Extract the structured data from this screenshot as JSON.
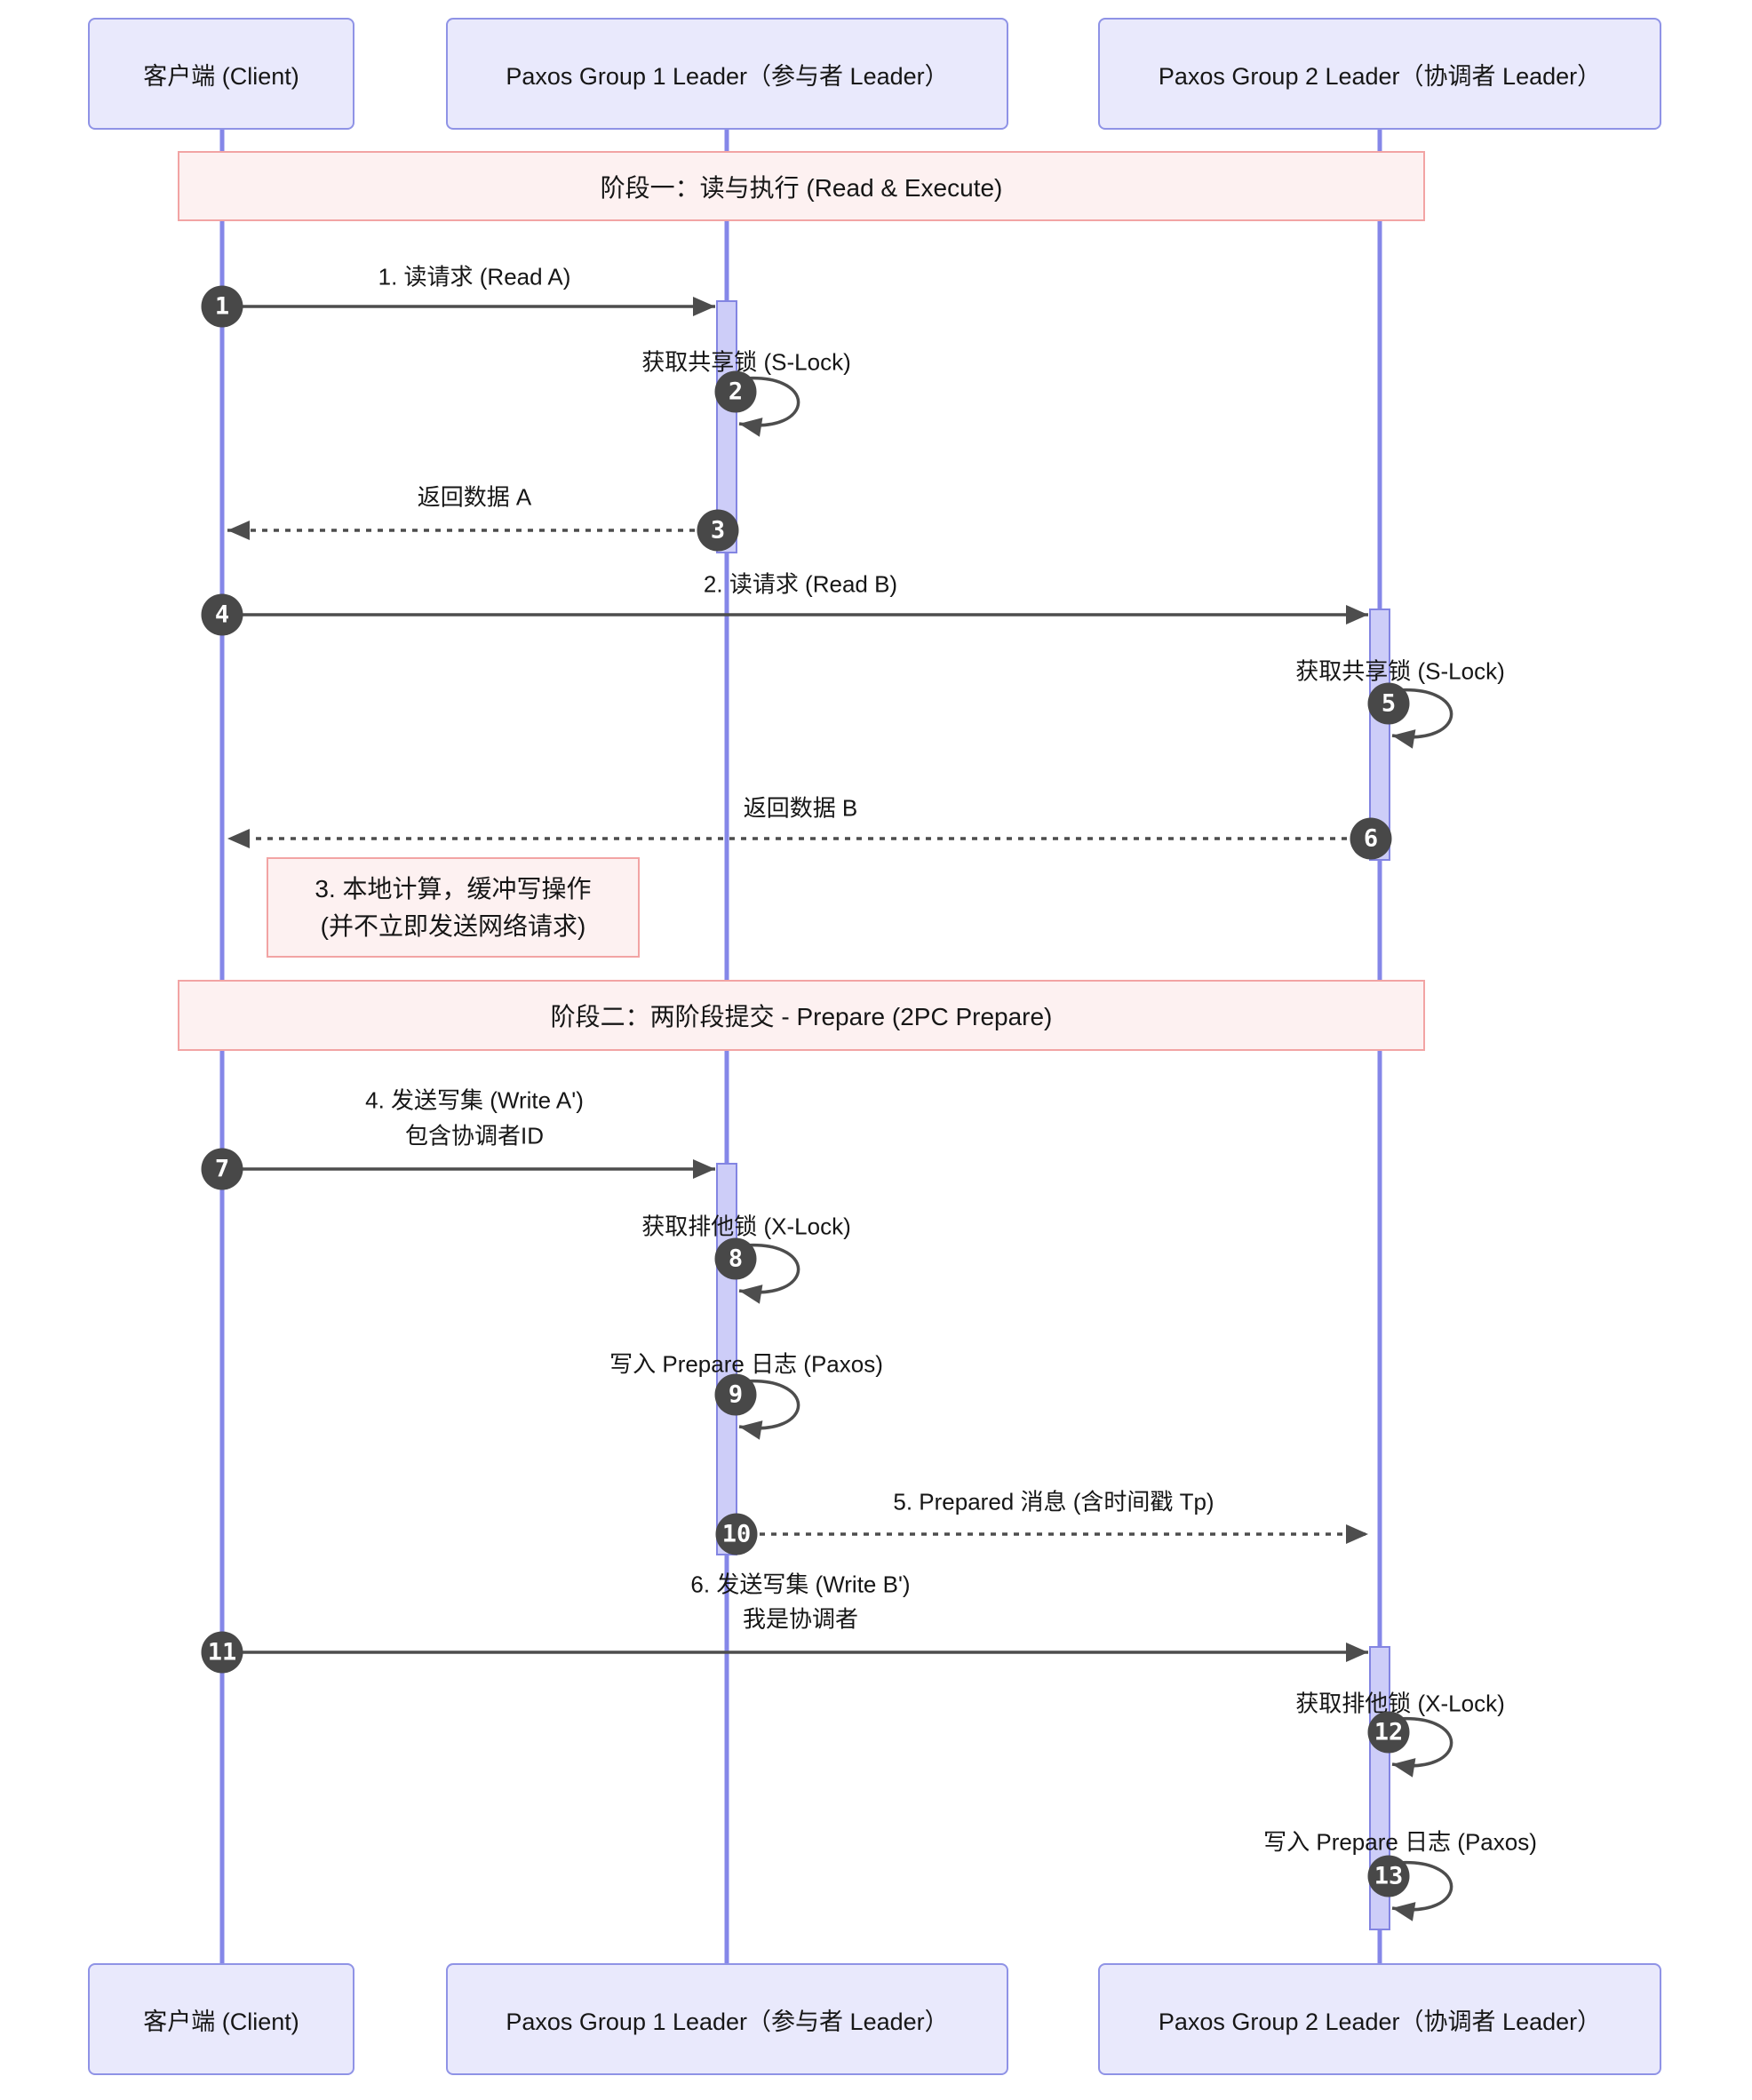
{
  "diagram": {
    "type": "sequence",
    "actors": [
      {
        "id": "client",
        "label": "客户端 (Client)"
      },
      {
        "id": "pg1",
        "label": "Paxos Group 1 Leader（参与者 Leader）"
      },
      {
        "id": "pg2",
        "label": "Paxos Group 2 Leader（协调者 Leader）"
      }
    ],
    "phases": [
      {
        "label": "阶段一：读与执行 (Read & Execute)"
      },
      {
        "label": "阶段二：两阶段提交 - Prepare (2PC Prepare)"
      }
    ],
    "note": {
      "over": "client",
      "line1": "3. 本地计算，缓冲写操作",
      "line2": "(并不立即发送网络请求)"
    },
    "messages": [
      {
        "seq": "1",
        "label": "1. 读请求 (Read A)",
        "from": "client",
        "to": "pg1",
        "style": "solid"
      },
      {
        "seq": "2",
        "label": "获取共享锁 (S-Lock)",
        "from": "pg1",
        "to": "pg1",
        "style": "self"
      },
      {
        "seq": "3",
        "label": "返回数据 A",
        "from": "pg1",
        "to": "client",
        "style": "dashed"
      },
      {
        "seq": "4",
        "label": "2. 读请求 (Read B)",
        "from": "client",
        "to": "pg2",
        "style": "solid"
      },
      {
        "seq": "5",
        "label": "获取共享锁 (S-Lock)",
        "from": "pg2",
        "to": "pg2",
        "style": "self"
      },
      {
        "seq": "6",
        "label": "返回数据 B",
        "from": "pg2",
        "to": "client",
        "style": "dashed"
      },
      {
        "seq": "7",
        "label": "4. 发送写集 (Write A')",
        "label2": "包含协调者ID",
        "from": "client",
        "to": "pg1",
        "style": "solid"
      },
      {
        "seq": "8",
        "label": "获取排他锁 (X-Lock)",
        "from": "pg1",
        "to": "pg1",
        "style": "self"
      },
      {
        "seq": "9",
        "label": "写入 Prepare 日志 (Paxos)",
        "from": "pg1",
        "to": "pg1",
        "style": "self"
      },
      {
        "seq": "10",
        "label": "5. Prepared 消息 (含时间戳 Tp)",
        "from": "pg1",
        "to": "pg2",
        "style": "dashed"
      },
      {
        "seq": "11",
        "label": "6. 发送写集 (Write B')",
        "label2": "我是协调者",
        "from": "client",
        "to": "pg2",
        "style": "solid"
      },
      {
        "seq": "12",
        "label": "获取排他锁 (X-Lock)",
        "from": "pg2",
        "to": "pg2",
        "style": "self"
      },
      {
        "seq": "13",
        "label": "写入 Prepare 日志 (Paxos)",
        "from": "pg2",
        "to": "pg2",
        "style": "self"
      }
    ],
    "colors": {
      "actorFill": "#e9e9fc",
      "actorBorder": "#8f93e6",
      "lifeline": "#8587e8",
      "activationFill": "#cdcdf8",
      "activationBorder": "#8385e2",
      "bannerFill": "#fdf1f1",
      "bannerBorder": "#f2a4a4",
      "noteFill": "#fdf1f1",
      "noteBorder": "#f2a4a4",
      "circleFill": "#484848",
      "arrow": "#4d4d4d",
      "text": "#161616"
    }
  }
}
